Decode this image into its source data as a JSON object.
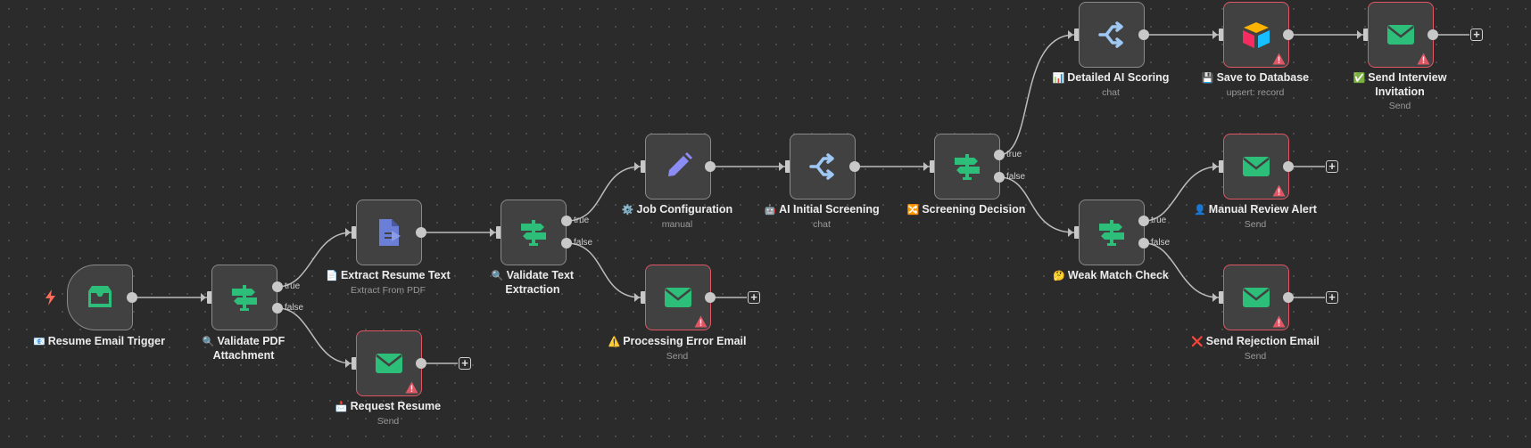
{
  "nodes": {
    "resume_email_trigger": {
      "title": "Resume Email Trigger",
      "emoji": "📧",
      "subtitle": "",
      "icon": "inbox-icon",
      "icon_color": "#2dbe7a"
    },
    "validate_pdf_attachment": {
      "title": "Validate PDF Attachment",
      "emoji": "🔍",
      "subtitle": "",
      "icon": "signpost-icon",
      "icon_color": "#2dbe7a"
    },
    "request_resume": {
      "title": "Request Resume",
      "emoji": "📩",
      "subtitle": "Send",
      "icon": "envelope-icon",
      "icon_color": "#2dbe7a"
    },
    "extract_resume_text": {
      "title": "Extract Resume Text",
      "emoji": "📄",
      "subtitle": "Extract From PDF",
      "icon": "file-extract-icon",
      "icon_color": "#6b7fd6"
    },
    "validate_text_extraction": {
      "title": "Validate Text Extraction",
      "emoji": "🔍",
      "subtitle": "",
      "icon": "signpost-icon",
      "icon_color": "#2dbe7a"
    },
    "processing_error_email": {
      "title": "Processing Error Email",
      "emoji": "⚠️",
      "subtitle": "Send",
      "icon": "envelope-icon",
      "icon_color": "#2dbe7a"
    },
    "job_configuration": {
      "title": "Job Configuration",
      "emoji": "⚙️",
      "subtitle": "manual",
      "icon": "pencil-icon",
      "icon_color": "#8c8cf5"
    },
    "ai_initial_screening": {
      "title": "AI Initial Screening",
      "emoji": "🤖",
      "subtitle": "chat",
      "icon": "openai-split-icon",
      "icon_color": "#9fc8f5"
    },
    "screening_decision": {
      "title": "Screening Decision",
      "emoji": "🔀",
      "subtitle": "",
      "icon": "signpost-icon",
      "icon_color": "#2dbe7a"
    },
    "detailed_ai_scoring": {
      "title": "Detailed AI Scoring",
      "emoji": "📊",
      "subtitle": "chat",
      "icon": "openai-split-icon",
      "icon_color": "#9fc8f5"
    },
    "save_to_database": {
      "title": "Save to Database",
      "emoji": "💾",
      "subtitle": "upsert: record",
      "icon": "airtable-icon",
      "icon_color": "#fcb400"
    },
    "send_interview_invitation": {
      "title": "Send Interview Invitation",
      "emoji": "✅",
      "subtitle": "Send",
      "icon": "envelope-icon",
      "icon_color": "#2dbe7a"
    },
    "weak_match_check": {
      "title": "Weak Match Check",
      "emoji": "🤔",
      "subtitle": "",
      "icon": "signpost-icon",
      "icon_color": "#2dbe7a"
    },
    "manual_review_alert": {
      "title": "Manual Review Alert",
      "emoji": "👤",
      "subtitle": "Send",
      "icon": "envelope-icon",
      "icon_color": "#2dbe7a"
    },
    "send_rejection_email": {
      "title": "Send Rejection Email",
      "emoji": "❌",
      "subtitle": "Send",
      "icon": "envelope-icon",
      "icon_color": "#2dbe7a"
    }
  },
  "branches": {
    "true_label": "true",
    "false_label": "false"
  },
  "colors": {
    "background": "#2b2b2b",
    "node_fill": "#414141",
    "node_border": "#8a8a8a",
    "error_border": "#e05665",
    "connection": "#bdbdbd",
    "trigger_bolt": "#ff6d5a"
  }
}
